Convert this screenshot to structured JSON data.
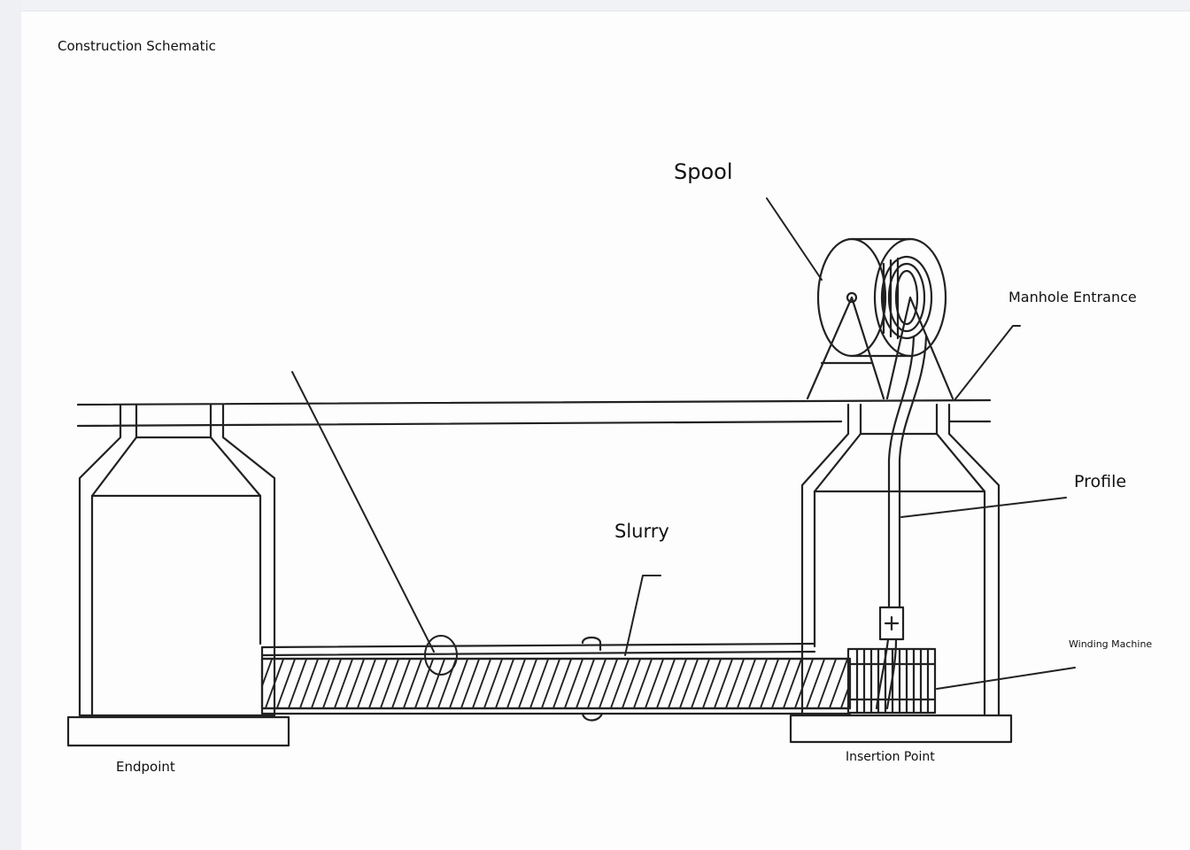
{
  "diagram": {
    "title": "Construction Schematic",
    "labels": {
      "spool": "Spool",
      "manhole_entrance": "Manhole Entrance",
      "profile": "Profile",
      "slurry": "Slurry",
      "winding_machine": "Winding Machine",
      "insertion_point": "Insertion Point",
      "endpoint": "Endpoint"
    }
  }
}
